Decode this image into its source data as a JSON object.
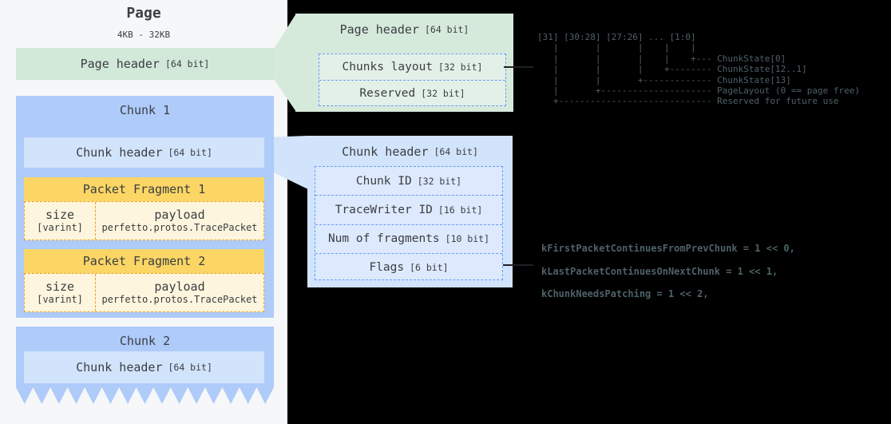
{
  "left_panel": {
    "title": "Page",
    "size_range": "4KB - 32KB",
    "page_header": {
      "label": "Page header",
      "bits": "[64 bit]"
    },
    "chunk1": {
      "title": "Chunk 1",
      "header": {
        "label": "Chunk header",
        "bits": "[64 bit]"
      },
      "fragments": [
        {
          "title": "Packet Fragment 1",
          "size_label": "size",
          "size_sub": "[varint]",
          "payload_label": "payload",
          "payload_sub": "perfetto.protos.TracePacket"
        },
        {
          "title": "Packet Fragment 2",
          "size_label": "size",
          "size_sub": "[varint]",
          "payload_label": "payload",
          "payload_sub": "perfetto.protos.TracePacket"
        }
      ]
    },
    "chunk2": {
      "title": "Chunk 2",
      "header": {
        "label": "Chunk header",
        "bits": "[64 bit]"
      }
    }
  },
  "page_header_detail": {
    "title": "Page header",
    "title_bits": "[64 bit]",
    "rows": [
      {
        "label": "Chunks layout",
        "bits": "[32 bit]"
      },
      {
        "label": "Reserved",
        "bits": "[32 bit]"
      }
    ]
  },
  "chunk_header_detail": {
    "title": "Chunk header",
    "title_bits": "[64 bit]",
    "rows": [
      {
        "label": "Chunk ID",
        "bits": "[32 bit]"
      },
      {
        "label": "TraceWriter ID",
        "bits": "[16 bit]"
      },
      {
        "label": "Num of fragments",
        "bits": "[10 bit]"
      },
      {
        "label": "Flags",
        "bits": "[6 bit]"
      }
    ]
  },
  "chunks_layout_bits_ascii": {
    "lines": [
      "[31] [30:28] [27:26] ... [1:0]",
      "   |       |       |    |    |",
      "   |       |       |    |    +--- ChunkState[0]",
      "   |       |       |    +-------- ChunkState[12..1]",
      "   |       |       +------------- ChunkState[13]",
      "   |       +--------------------- PageLayout (0 == page free)",
      "   +----------------------------- Reserved for future use"
    ]
  },
  "flags_code": {
    "lines": [
      "kFirstPacketContinuesFromPrevChunk = 1 << 0,",
      "kLastPacketContinuesOnNextChunk = 1 << 1,",
      "kChunkNeedsPatching = 1 << 2,"
    ]
  },
  "colors": {
    "panel_bg": "#f6f7f9",
    "right_bg": "#000000",
    "green_bar": "#d2e8d9",
    "green_box": "#d6eadc",
    "chunk_blue": "#aecbfa",
    "light_blue": "#d2e3fc",
    "dashed_blue_border": "#669df6",
    "fragment_yellow": "#fbd665",
    "fragment_cream": "#fdf5dd",
    "dashed_orange_border": "#eda41b",
    "code_text": "#4e6169",
    "diagram_text": "#3b3e42"
  }
}
